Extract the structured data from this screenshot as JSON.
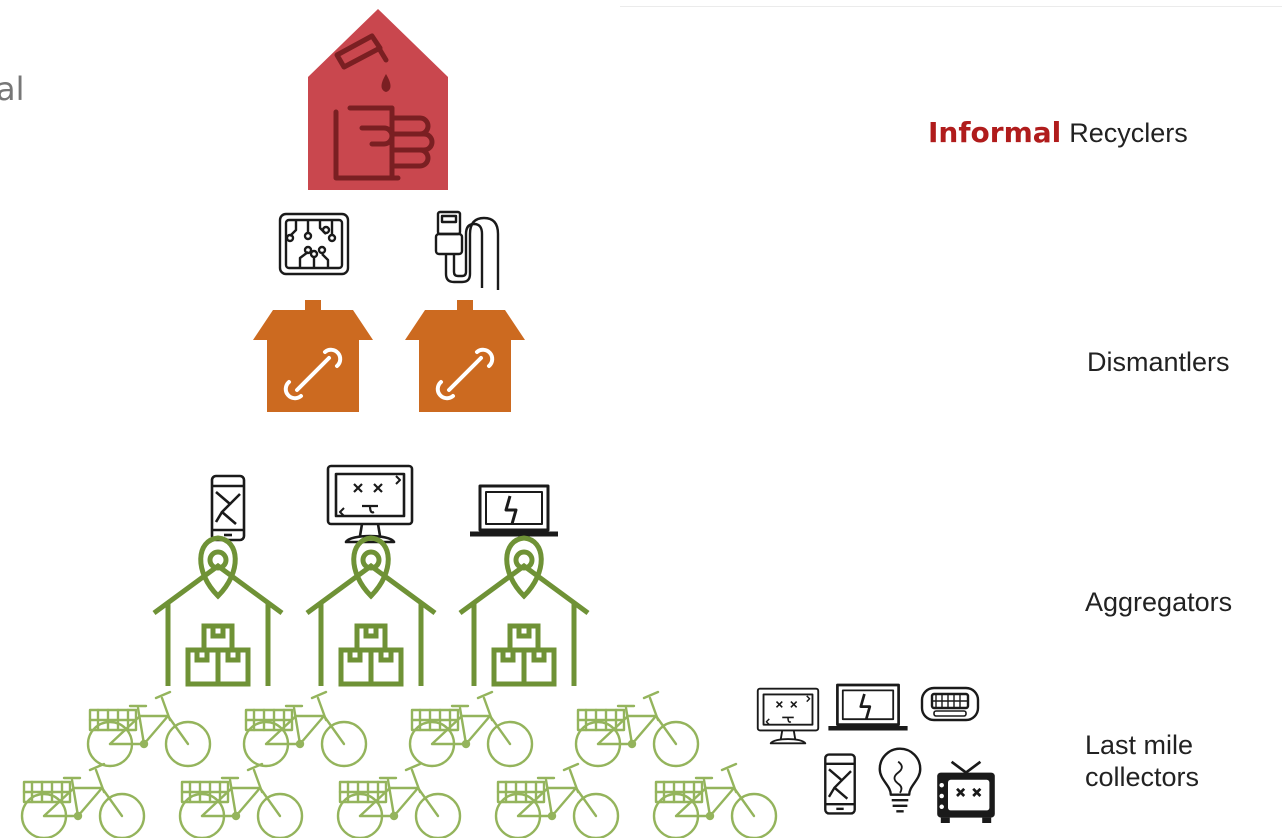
{
  "edge_text": "al",
  "tiers": {
    "recyclers": {
      "highlight": "Informal",
      "label": "Recyclers",
      "color": "#c9474e"
    },
    "dismantlers": {
      "label": "Dismantlers",
      "color": "#cc6a20"
    },
    "aggregators": {
      "label": "Aggregators",
      "color": "#6f9236"
    },
    "last_mile": {
      "label_line1": "Last mile",
      "label_line2": "collectors",
      "color": "#94b45c"
    }
  },
  "colors": {
    "icon_stroke": "#1a1a1a",
    "highlight_red": "#b01c1c"
  },
  "icons": {
    "recycler_house": "chemical-hand-house-icon",
    "dismantler_items": [
      "circuit-board-icon",
      "usb-cable-icon"
    ],
    "dismantler_shops": [
      "wrench-shop-icon",
      "wrench-shop-icon"
    ],
    "aggregator_items": [
      "broken-phone-icon",
      "broken-monitor-icon",
      "broken-laptop-icon"
    ],
    "aggregator_warehouses": [
      "warehouse-location-icon",
      "warehouse-location-icon",
      "warehouse-location-icon"
    ],
    "collector_items": [
      "broken-monitor-icon",
      "broken-laptop-icon",
      "radio-icon",
      "broken-phone-icon",
      "light-bulb-icon",
      "broken-tv-icon"
    ],
    "bicycles_count": 9
  }
}
